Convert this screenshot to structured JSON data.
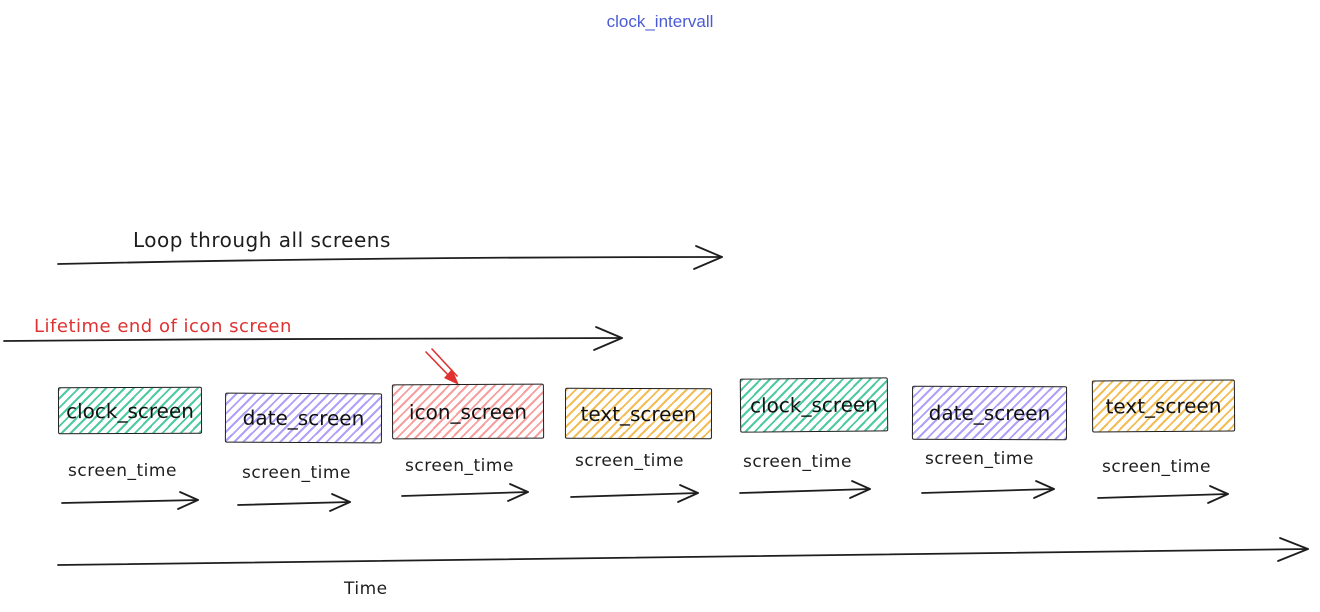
{
  "title": "clock_intervall",
  "annotations": {
    "loop_arrow_label": "Loop through all screens",
    "lifetime_arrow_label": "Lifetime end of icon screen",
    "time_axis_label": "Time",
    "screen_time_label": "screen_time"
  },
  "screens": [
    {
      "label": "clock_screen",
      "color_name": "green",
      "fill": "#4ecb9e"
    },
    {
      "label": "date_screen",
      "color_name": "purple",
      "fill": "#b1a0f8"
    },
    {
      "label": "icon_screen",
      "color_name": "red",
      "fill": "#f79f9f"
    },
    {
      "label": "text_screen",
      "color_name": "yellow",
      "fill": "#f3bd55"
    },
    {
      "label": "clock_screen",
      "color_name": "green",
      "fill": "#4ecb9e"
    },
    {
      "label": "date_screen",
      "color_name": "purple",
      "fill": "#b1a0f8"
    },
    {
      "label": "text_screen",
      "color_name": "yellow",
      "fill": "#f3bd55"
    }
  ],
  "colors": {
    "title_blue": "#4a5bd4",
    "line_black": "#1e1e1e",
    "highlight_red": "#e03131",
    "background": "#ffffff"
  }
}
